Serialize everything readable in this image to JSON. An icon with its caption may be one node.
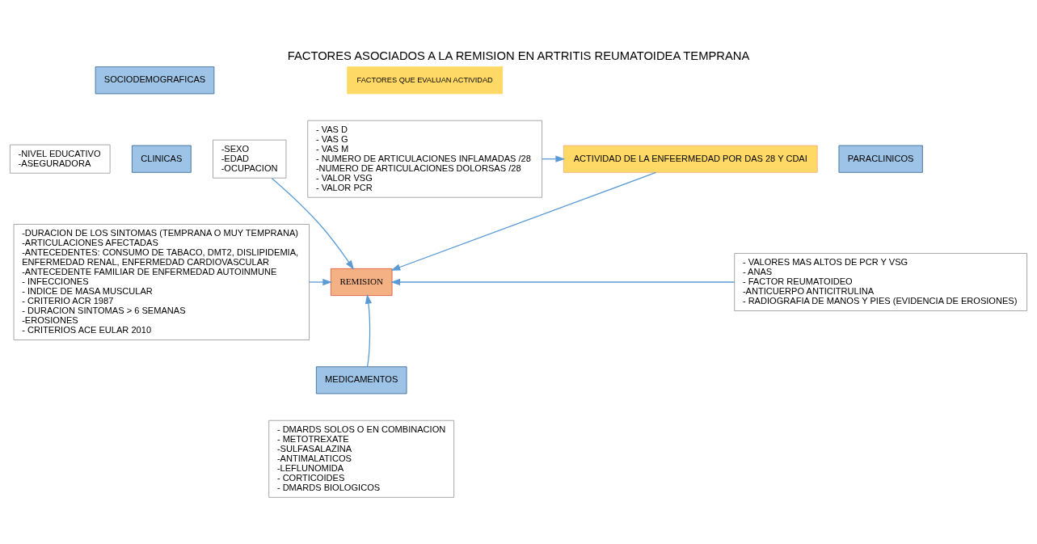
{
  "diagram": {
    "title": "FACTORES ASOCIADOS A LA REMISION EN ARTRITIS REUMATOIDEA TEMPRANA",
    "nodes": [
      {
        "text": [
          "SOCIODEMOGRAFICAS"
        ]
      },
      {
        "text": [
          "-NIVEL EDUCATIVO",
          "-ASEGURADORA"
        ]
      },
      {
        "text": [
          "-SEXO",
          "-EDAD",
          "-OCUPACION"
        ]
      },
      {
        "text": [
          "FACTORES QUE EVALUAN ACTIVIDAD"
        ]
      },
      {
        "text": [
          "ACTIVIDAD DE LA ENFEERMEDAD POR DAS 28 Y CDAI"
        ]
      },
      {
        "text": [
          "- VAS D",
          "- VAS G",
          "- VAS M",
          "- NUMERO DE ARTICULACIONES INFLAMADAS /28",
          "-NUMERO DE ARTICULACIONES DOLORSAS /28",
          "- VALOR VSG",
          "- VALOR PCR"
        ]
      },
      {
        "text": [
          "CLINICAS"
        ]
      },
      {
        "text": [
          "-DURACION DE LOS SINTOMAS (TEMPRANA O MUY TEMPRANA)",
          "-ARTICULACIONES AFECTADAS",
          "-ANTECEDENTES: CONSUMO DE TABACO, DMT2, DISLIPIDEMIA, ENFERMEDAD RENAL, ENFERMEDAD CARDIOVASCULAR",
          "-ANTECEDENTE FAMILIAR DE ENFERMEDAD AUTOINMUNE",
          "- INFECCIONES",
          "- INDICE DE MASA MUSCULAR",
          "- CRITERIO ACR 1987",
          "- DURACION SINTOMAS > 6 SEMANAS",
          "-EROSIONES",
          "- CRITERIOS ACE EULAR 2010"
        ]
      },
      {
        "text": [
          "REMISION"
        ]
      },
      {
        "text": [
          "PARACLINICOS"
        ]
      },
      {
        "text": [
          "- VALORES MAS ALTOS DE PCR Y VSG",
          "- ANAS",
          "- FACTOR REUMATOIDEO",
          "-ANTICUERPO ANTICITRULINA",
          "- RADIOGRAFIA DE MANOS Y PIES (EVIDENCIA DE EROSIONES)"
        ]
      },
      {
        "text": [
          "MEDICAMENTOS"
        ]
      },
      {
        "text": [
          "- DMARDS SOLOS O EN COMBINACION",
          "- METOTREXATE",
          "-SULFASALAZINA",
          "-ANTIMALATICOS",
          "-LEFLUNOMIDA",
          "- CORTICOIDES",
          "- DMARDS BIOLOGICOS"
        ]
      }
    ],
    "edges": [
      {
        "from": 2,
        "to": 8,
        "arrow": "to"
      },
      {
        "from": 4,
        "to": 8,
        "arrow": "to"
      },
      {
        "from": 5,
        "to": 4,
        "arrow": "to"
      },
      {
        "from": 7,
        "to": 8,
        "arrow": "to"
      },
      {
        "from": 11,
        "to": 8,
        "arrow": "to"
      },
      {
        "from": 10,
        "to": 8,
        "arrow": "to"
      }
    ]
  }
}
